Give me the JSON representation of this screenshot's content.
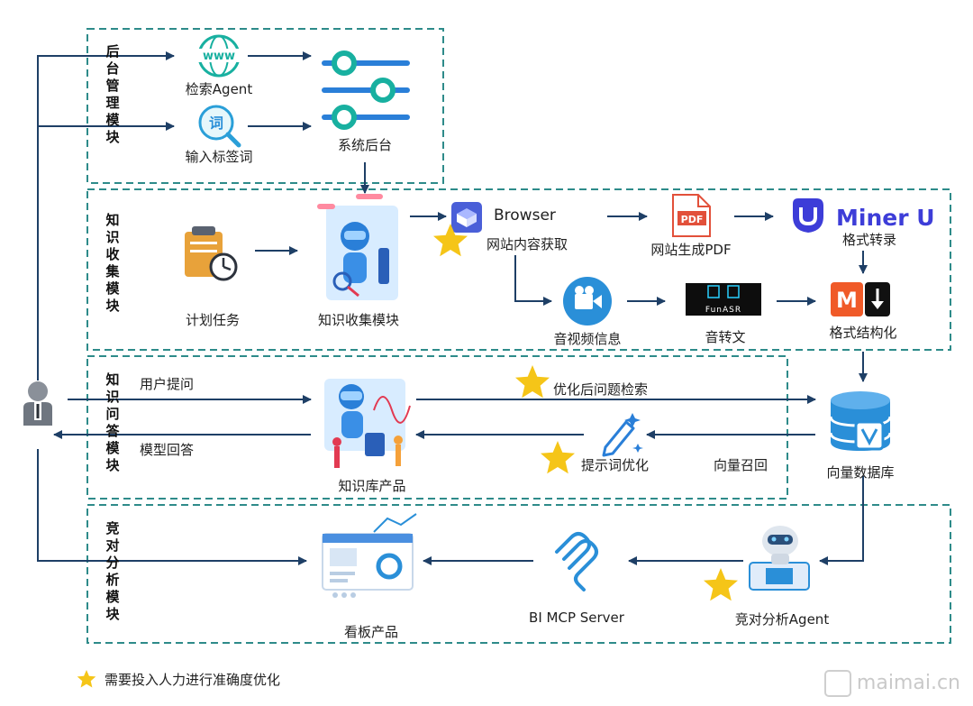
{
  "modules": {
    "backend": "后台管理模块",
    "collect": "知识收集模块",
    "qa": "知识问答模块",
    "competitor": "竞对分析模块"
  },
  "nodes": {
    "search_agent": "检索Agent",
    "input_tags": "输入标签词",
    "system_backend": "系统后台",
    "plan_task": "计划任务",
    "knowledge_collect": "知识收集模块",
    "browser": "Browser",
    "web_content": "网站内容获取",
    "web_pdf": "网站生成PDF",
    "mineru_logo": "Miner U",
    "format_convert": "格式转录",
    "av_info": "音视频信息",
    "audio_to_text": "音转文",
    "funasr_logo": "FunASR",
    "format_struct": "格式结构化",
    "user_ask": "用户提问",
    "model_answer": "模型回答",
    "kb_product": "知识库产品",
    "optimized_search": "优化后问题检索",
    "prompt_opt": "提示词优化",
    "vector_recall": "向量召回",
    "vector_db": "向量数据库",
    "dashboard": "看板产品",
    "bi_mcp": "BI MCP Server",
    "competitor_agent": "竞对分析Agent"
  },
  "icon_text": {
    "www": "www",
    "ci": "词",
    "pdf": "PDF",
    "m": "M"
  },
  "legend": "需要投入人力进行准确度优化",
  "watermark": "maimai.cn",
  "colors": {
    "dash_border": "#2e8b8a",
    "arrow": "#1e3f66",
    "star": "#f5c518",
    "teal": "#18b0a0",
    "blue": "#2a8fd8"
  }
}
